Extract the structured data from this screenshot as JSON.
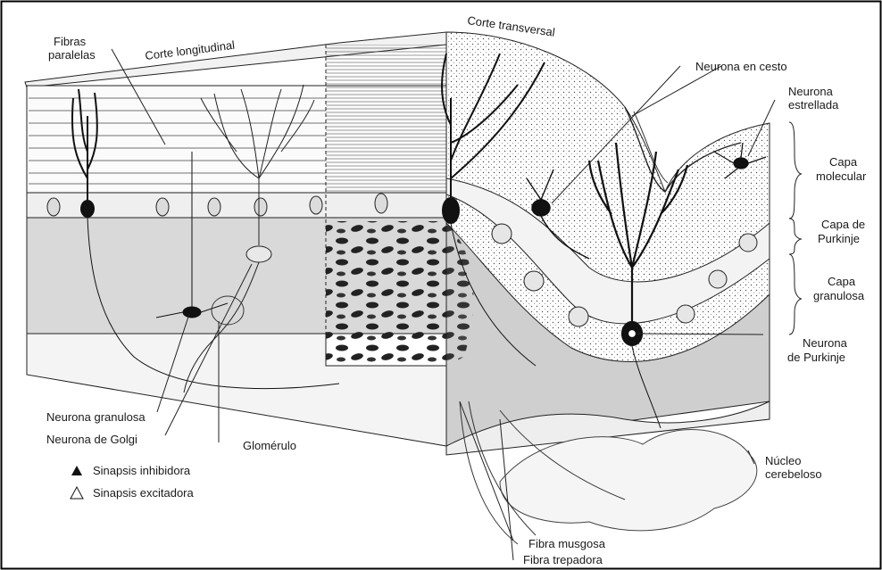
{
  "labels": {
    "fibras_paralelas": [
      "Fibras",
      "paralelas"
    ],
    "corte_longitudinal": "Corte longitudinal",
    "corte_transversal": "Corte transversal",
    "neurona_en_cesto": "Neurona en cesto",
    "neurona_estrellada": [
      "Neurona",
      "estrellada"
    ],
    "capa_molecular": [
      "Capa",
      "molecular"
    ],
    "capa_purkinje": [
      "Capa de",
      "Purkinje"
    ],
    "capa_granulosa": [
      "Capa",
      "granulosa"
    ],
    "neurona_purkinje": [
      "Neurona",
      "de Purkinje"
    ],
    "neurona_granulosa": "Neurona granulosa",
    "neurona_golgi": "Neurona de Golgi",
    "glomerulo": "Glomérulo",
    "nucleo_cerebeloso": [
      "Núcleo",
      "cerebeloso"
    ],
    "fibra_musgosa": "Fibra musgosa",
    "fibra_trepadora": "Fibra trepadora"
  },
  "legend": {
    "inhibidora": "Sinapsis inhibidora",
    "excitadora": "Sinapsis excitadora"
  },
  "colors": {
    "ink": "#1a1a1a",
    "shade": "#bdbdbd",
    "stipple": "#d6d6d6"
  }
}
